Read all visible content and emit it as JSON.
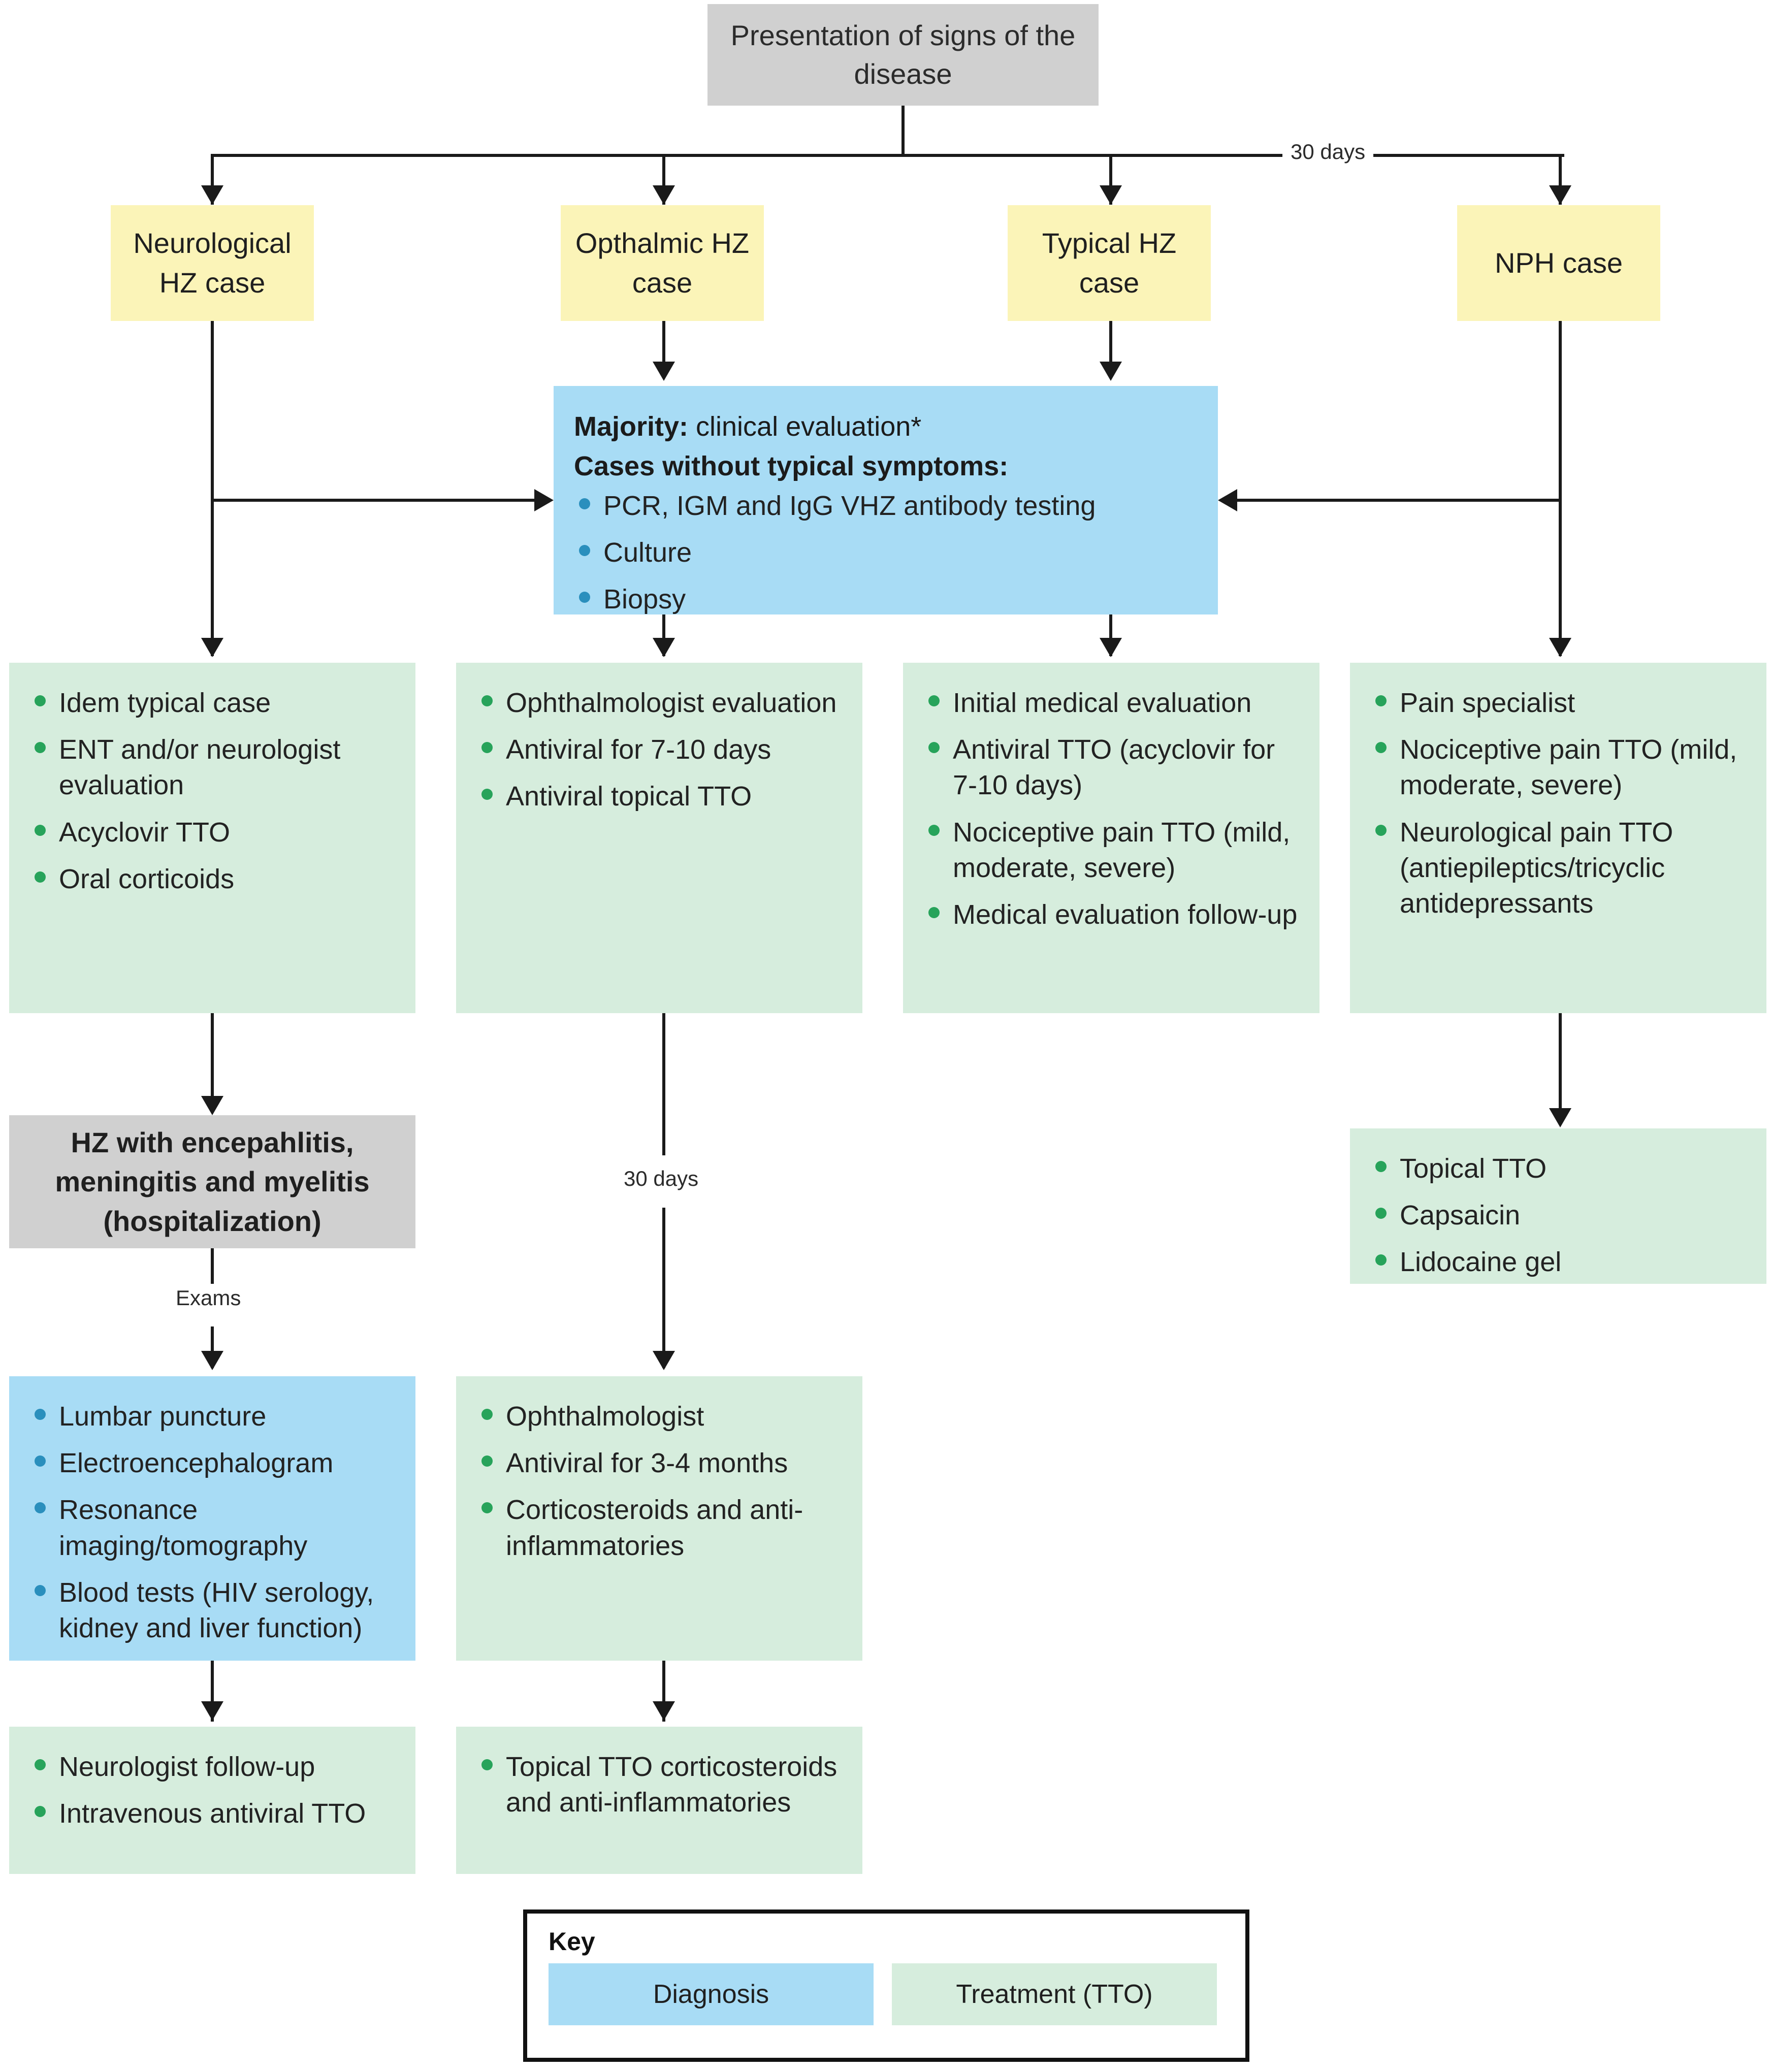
{
  "colors": {
    "gray": "#d0d0d0",
    "yellow": "#fbf4b8",
    "blue": "#a8dcf5",
    "green": "#d6eddd",
    "bullet_green": "#27a35a",
    "bullet_blue": "#2a8fbd",
    "line": "#1a1a1a"
  },
  "root": {
    "title": "Presentation of signs of the disease"
  },
  "edge_labels": {
    "top_right_30days": "30 days",
    "ophthalmic_30days": "30 days",
    "exams": "Exams"
  },
  "cases": [
    {
      "id": "neurological",
      "label": "Neurological HZ case"
    },
    {
      "id": "ophthalmic",
      "label": "Opthalmic HZ case"
    },
    {
      "id": "typical",
      "label": "Typical HZ case"
    },
    {
      "id": "nph",
      "label": "NPH case"
    }
  ],
  "diagnosis_box": {
    "line1_bold": "Majority:",
    "line1_rest": " clinical evaluation*",
    "line2_bold": "Cases without typical symptoms:",
    "items": [
      "PCR, IGM and IgG VHZ antibody testing",
      "Culture",
      "Biopsy"
    ]
  },
  "treatments_row1": [
    {
      "id": "neurological-treatment",
      "items": [
        "Idem typical case",
        "ENT and/or neurologist evaluation",
        "Acyclovir TTO",
        "Oral corticoids"
      ]
    },
    {
      "id": "ophthalmic-treatment",
      "items": [
        "Ophthalmologist evaluation",
        "Antiviral for 7-10 days",
        "Antiviral topical TTO"
      ]
    },
    {
      "id": "typical-treatment",
      "items": [
        "Initial medical evaluation",
        "Antiviral TTO (acyclovir for 7-10 days)",
        "Nociceptive pain TTO (mild, moderate, severe)",
        "Medical evaluation follow-up"
      ]
    },
    {
      "id": "nph-treatment",
      "items": [
        "Pain specialist",
        "Nociceptive pain TTO (mild, moderate, severe)",
        "Neurological pain TTO (antiepileptics/tricyclic antidepressants"
      ]
    }
  ],
  "hospitalization": {
    "label": "HZ with encepahlitis, meningitis and myelitis (hospitalization)"
  },
  "nph_topical": {
    "items": [
      "Topical TTO",
      "Capsaicin",
      "Lidocaine gel"
    ]
  },
  "exams_box": {
    "items": [
      "Lumbar puncture",
      "Electroencephalogram",
      "Resonance imaging/tomography",
      "Blood tests (HIV serology, kidney and liver function)"
    ]
  },
  "ophthalmic_followup": {
    "items": [
      "Ophthalmologist",
      "Antiviral for 3-4 months",
      "Corticosteroids and anti-inflammatories"
    ]
  },
  "neuro_final": {
    "items": [
      "Neurologist follow-up",
      "Intravenous antiviral TTO"
    ]
  },
  "ophthalmic_final": {
    "items": [
      "Topical TTO corticosteroids and anti-inflammatories"
    ]
  },
  "key": {
    "title": "Key",
    "swatches": [
      {
        "label": "Diagnosis",
        "color": "#a8dcf5"
      },
      {
        "label": "Treatment (TTO)",
        "color": "#d6eddd"
      }
    ]
  }
}
